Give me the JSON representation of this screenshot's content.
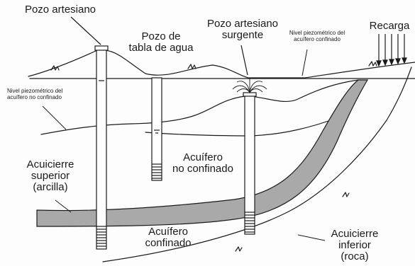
{
  "labels": {
    "pozo_artesiano": "Pozo artesiano",
    "pozo_tabla_l1": "Pozo de",
    "pozo_tabla_l2": "tabla de agua",
    "pozo_surgente_l1": "Pozo artesiano",
    "pozo_surgente_l2": "surgente",
    "nivel_confinado_l1": "Nivel piezométrico del",
    "nivel_confinado_l2": "acuífero confinado",
    "recarga": "Recarga",
    "nivel_no_confinado_l1": "Nivel piezométrico del",
    "nivel_no_confinado_l2": "acuífero no confinado",
    "acuicierre_sup_l1": "Acuicierre",
    "acuicierre_sup_l2": "superior",
    "acuicierre_sup_l3": "(arcilla)",
    "acuifero_nc_l1": "Acuífero",
    "acuifero_nc_l2": "no confinado",
    "acuifero_c_l1": "Acuífero",
    "acuifero_c_l2": "confinado",
    "acuicierre_inf_l1": "Acuicierre",
    "acuicierre_inf_l2": "inferior",
    "acuicierre_inf_l3": "(roca)"
  },
  "colors": {
    "ink": "#1a1a1a",
    "clay_layer": "#a9a9a9",
    "background": "#fdfdfd"
  }
}
